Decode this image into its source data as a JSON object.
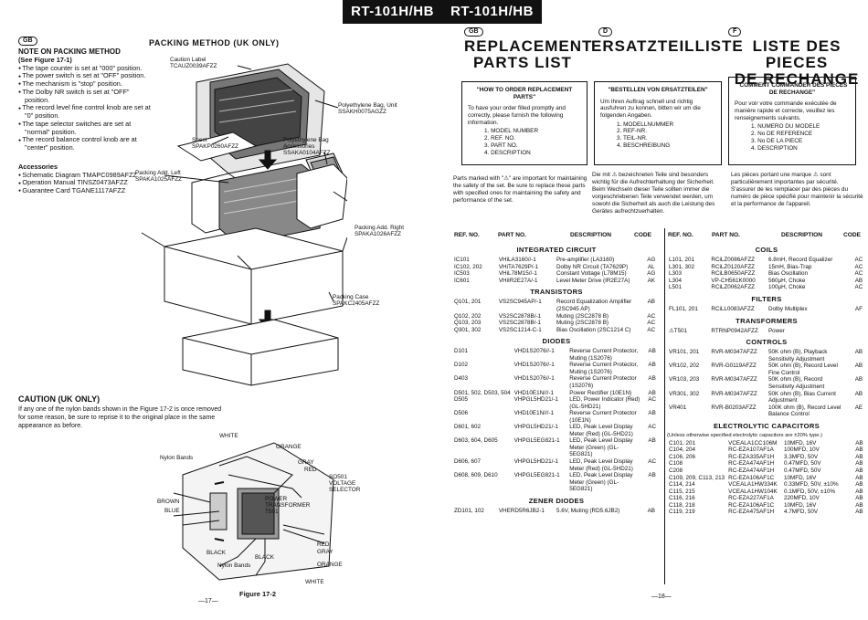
{
  "band": {
    "left": "RT-101H/HB",
    "right": "RT-101H/HB"
  },
  "left": {
    "badge": "GB",
    "note_title": "NOTE ON PACKING METHOD",
    "note_ref": "(See Figure 17-1)",
    "bullets": [
      "The tape counter is set at \"000\" position.",
      "The power switch is set at \"OFF\" position.",
      "The mechanism is \"stop\" position.",
      "The Dolby NR switch is set at \"OFF\" position.",
      "The record level fine control knob are set at \"0\" position.",
      "The tape selector switches are set at \"normal\" position.",
      "The record balance control knob are at \"center\" position."
    ],
    "acc_title": "Accessories",
    "accessories": [
      "Schematic Diagram TMAPC0989AFZZ",
      "Operation Manual TINSZ0473AFZZ",
      "Guarantee Card TGANE1117AFZZ"
    ],
    "packing_title": "PACKING METHOD (UK ONLY)",
    "caution_title": "CAUTION (UK ONLY)",
    "caution_text": "If any one of the nylon bands shown in the Figure 17-2 is once removed for some reason, be sure to reprise it to the original place in the same appearance as before.",
    "figure": "Figure 17-2",
    "page": "—17—"
  },
  "packing_labels": {
    "caution_label": "Caution Label",
    "caution_label_pn": "TCAUZ0039AFZZ",
    "poly_unit": "Polyethylene Bag, Unit",
    "poly_unit_pn": "SSAKH0075AGZZ",
    "sheet": "Sheet",
    "sheet_pn": "SPAKP0260AFZZ",
    "poly_acc": "Polyethylene Bag",
    "poly_acc2": "Accessories",
    "poly_acc_pn": "SSAKA0104AFZZ",
    "add_left": "Packing Add. Left",
    "add_left_pn": "SPAKA1025AFZZ",
    "add_right": "Packing Add. Right",
    "add_right_pn": "SPAKA1026AFZZ",
    "case": "Packing Case",
    "case_pn": "SPAKC2405AFZZ"
  },
  "wiring_labels": {
    "white_top": "WHITE",
    "orange_top": "ORANGE",
    "gray": "GRAY",
    "red_top": "RED",
    "nylon": "Nylon Bands",
    "so501": "SO501",
    "voltage": "VOLTAGE",
    "selector": "SELECTOR",
    "brown": "BROWN",
    "blue": "BLUE",
    "power": "POWER",
    "transformer": "TRANSFORMER",
    "t501": "T501",
    "red_bot": "RED",
    "gray_bot": "GRAY",
    "black1": "BLACK",
    "black2": "BLACK",
    "nylon_bot": "Nylon Bands",
    "orange_bot": "ORANGE",
    "white_bot": "WHITE"
  },
  "right": {
    "badge_gb": "GB",
    "badge_d": "D",
    "badge_f": "F",
    "title_gb1": "REPLACEMENT",
    "title_gb2": "PARTS LIST",
    "title_d": "ERSATZTEILLISTE",
    "title_f1": "LISTE DES PIECES",
    "title_f2": "DE RECHANGE",
    "box_gb": {
      "head": "\"HOW TO ORDER REPLACEMENT PARTS\"",
      "body": "To have your order filled promptly and correctly, please furnish the following information.",
      "items": [
        "1. MODEL NUMBER",
        "2. REF. NO.",
        "3. PART NO.",
        "4. DESCRIPTION"
      ]
    },
    "box_d": {
      "head": "\"BESTELLEN VON ERSATZTEILEN\"",
      "body": "Um Ihren Auftrag schnell und richtig ausfuhren zu konnen, bitten wir um die folgenden Angaben.",
      "items": [
        "1. MODELLNUMMER",
        "2. REF-NR.",
        "3. TEIL-NR.",
        "4. BESCHREIBUNG"
      ]
    },
    "box_f": {
      "head": "\"COMMENT COMMANDER DES PIECES DE RECHANGE\"",
      "body": "Pour voir votre commande exécutée de manière rapide et correcte, veuillez les renseignements suivants.",
      "items": [
        "1. NUMERO DU MODELE",
        "2. No DE REFERENCE",
        "3. No DE LA PIECE",
        "4. DESCRIPTION"
      ]
    },
    "note_gb": "Parts marked with \"⚠\" are important for maintaining the safety of the set. Be sure to replace these parts with specified ones for maintaining the safety and performance of the set.",
    "note_d": "Die mit ⚠ bezeichneten Teile sind besonders wichtig für die Aufrechterhaltung der Sicherheit. Beim Wechseln dieser Teile sollten immer die vorgeschriebenen Teile verwendet werden, um sowohl die Sicherheit als auch die Leistung des Gerätes aufrechtzuerhalten.",
    "note_f": "Les pièces portant une marque ⚠ sont particulièrement importantes par sécurité. S'assurer de les remplacer par des pièces du numéro de pièce spécifié pour maintenir la sécurité et la performance de l'appareil.",
    "col_headers": {
      "ref": "REF. NO.",
      "part": "PART NO.",
      "desc": "DESCRIPTION",
      "code": "CODE"
    },
    "page": "—18—"
  },
  "parts_left": [
    {
      "section": "INTEGRATED CIRCUIT",
      "rows": [
        [
          "IC101",
          "VHiLA3160//-1",
          "Pre-amplifier (LA3160)",
          "AG"
        ],
        [
          "IC102, 202",
          "VHiTA7629P/-1",
          "Dolby NR Circuit (TA7629P)",
          "AL"
        ],
        [
          "IC503",
          "VHiL78M15//-1",
          "Constant Voltage (L78M15)",
          "AG"
        ],
        [
          "IC601",
          "VHiIR2E27A/-1",
          "Level Meter Drive (IR2E27A)",
          "AK"
        ]
      ]
    },
    {
      "section": "TRANSISTORS",
      "rows": [
        [
          "Q101, 201",
          "VS2SC945AP/-1",
          "Record Equalization Amplifier (2SC945 AP)",
          "AB"
        ],
        [
          "Q102, 202",
          "VS2SC2878B/-1",
          "Muting (2SC2878 B)",
          "AC"
        ],
        [
          "Q103, 203",
          "VS2SC2878B/-1",
          "Muting (2SC2878 B)",
          "AC"
        ],
        [
          "Q301, 302",
          "VS2SC1214-C-1",
          "Bias Oscillation (2SC1214 C)",
          "AC"
        ]
      ]
    },
    {
      "section": "DIODES",
      "rows": [
        [
          "D101",
          "VHD1S2076//-1",
          "Reverse Current Protector, Muting (1S2076)",
          "AB"
        ],
        [
          "D102",
          "VHD1S2076//-1",
          "Reverse Current Protector, Muting (1S2076)",
          "AB"
        ],
        [
          "D403",
          "VHD1S2076//-1",
          "Reverse Current Protector (1S2076)",
          "AB"
        ],
        [
          "D501, 502, D503, 504",
          "VHD10E1N///-1",
          "Power Rectifier (10E1N)",
          "AB"
        ],
        [
          "D505",
          "VHPGL5HD21/-1",
          "LED, Power Indicator (Red) (GL-5HD21)",
          "AC"
        ],
        [
          "D506",
          "VHD10E1N///-1",
          "Reverse Current Protector (10E1N)",
          "AB"
        ],
        [
          "D601, 602",
          "VHPGL5HD21/-1",
          "LED, Peak Level Display Meter (Red) (GL-5HD21)",
          "AC"
        ],
        [
          "D603, 604, D605",
          "VHPGL5EG821-1",
          "LED, Peak Level Display Meter (Green) (GL-5EG821)",
          "AB"
        ],
        [
          "D606, 607",
          "VHPGL5HD21/-1",
          "LED, Peak Level Display Meter (Red) (GL-5HD21)",
          "AC"
        ],
        [
          "D608, 609, D610",
          "VHPGL5EG821-1",
          "LED, Peak Level Display Meter (Green) (GL-5EG821)",
          "AB"
        ]
      ]
    },
    {
      "section": "ZENER DIODES",
      "rows": [
        [
          "ZD101, 102",
          "VHERD5R6JB2-1",
          "5.6V, Muting (RD5.6JB2)",
          "AB"
        ]
      ]
    }
  ],
  "parts_right": [
    {
      "section": "COILS",
      "rows": [
        [
          "L101, 201",
          "RCiLZ0086AFZZ",
          "6.8mH, Record Equalizer",
          "AC"
        ],
        [
          "L301, 302",
          "RCiLZ0120AFZZ",
          "15mH, Bias-Trap",
          "AC"
        ],
        [
          "L303",
          "RCiLB0650AFZZ",
          "Bias Oscillation",
          "AC"
        ],
        [
          "L304",
          "VP-CH561K0000",
          "560µH, Choke",
          "AB"
        ],
        [
          "L501",
          "RCiLZ0062AFZZ",
          "100µH, Choke",
          "AC"
        ]
      ]
    },
    {
      "section": "FILTERS",
      "rows": [
        [
          "FL101, 201",
          "RCiLL0083AFZZ",
          "Dolby Multiplex",
          "AF"
        ]
      ]
    },
    {
      "section": "TRANSFORMERS",
      "rows": [
        [
          "⚠T501",
          "RTRNP0942AFZZ",
          "Power",
          ""
        ]
      ]
    },
    {
      "section": "CONTROLS",
      "rows": [
        [
          "VR101, 201",
          "RVR-M0347AFZZ",
          "50K ohm (B), Playback Sensitivity Adjustment",
          "AB"
        ],
        [
          "VR102, 202",
          "RVR-G0119AFZZ",
          "50K ohm (B), Record Level Fine Control",
          "AB"
        ],
        [
          "VR103, 203",
          "RVR-M0347AFZZ",
          "50K ohm (B), Record Sensitivity Adjustment",
          "AB"
        ],
        [
          "VR301, 302",
          "RVR-M0347AFZZ",
          "50K ohm (B), Bias Current Adjustment",
          "AB"
        ],
        [
          "VR401",
          "RVR-B0203AFZZ",
          "100K ohm (B), Record Level Balance Control",
          "AE"
        ]
      ]
    },
    {
      "section": "ELECTROLYTIC CAPACITORS",
      "subnote": "(Unless otherwise specified electrolytic capacitors are ±20% type.)",
      "rows": [
        [
          "C101, 201",
          "VCEALA1CC106M",
          "10MFD, 16V",
          "AB"
        ],
        [
          "C104, 204",
          "RC-EZA107AF1A",
          "100MFD, 10V",
          "AB"
        ],
        [
          "C106, 206",
          "RC-EZA335AF1H",
          "3.3MFD, 50V",
          "AB"
        ],
        [
          "C108",
          "RC-EZA474AF1H",
          "0.47MFD, 50V",
          "AB"
        ],
        [
          "C208",
          "RC-EZA474AF1H",
          "0.47MFD, 50V",
          "AB"
        ],
        [
          "C109, 209, C113, 213",
          "RC-EZA106AF1C",
          "10MFD, 16V",
          "AB"
        ],
        [
          "C114, 214",
          "VCEALA1HW334K",
          "0.33MFD, 50V, ±10%",
          "AB"
        ],
        [
          "C115, 215",
          "VCEALA1HW104K",
          "0.1MFD, 50V, ±10%",
          "AB"
        ],
        [
          "C116, 216",
          "RC-EZA227AF1A",
          "220MFD, 10V",
          "AB"
        ],
        [
          "C118, 218",
          "RC-EZA106AF1C",
          "10MFD, 16V",
          "AB"
        ],
        [
          "C119, 219",
          "RC-EZA475AF1H",
          "4.7MFD, 50V",
          "AB"
        ]
      ]
    }
  ]
}
